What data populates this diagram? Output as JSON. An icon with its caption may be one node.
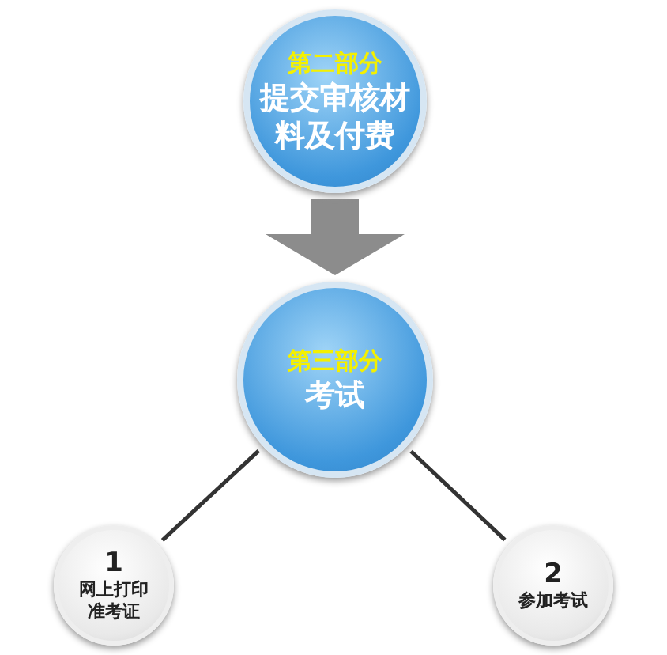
{
  "diagram": {
    "nodes": [
      {
        "text": [
          "第二部分",
          "提交审核材料及付费"
        ]
      },
      {
        "text": [
          "第三部分",
          "考试"
        ]
      },
      {
        "text": [
          "1",
          "网上打印准考证"
        ]
      },
      {
        "text": [
          "2",
          "参加考试"
        ]
      }
    ],
    "edges": [
      {
        "from": 0,
        "to": 1,
        "arrow": "to",
        "style": "thick",
        "color": "#8c8c8c"
      },
      {
        "from": 1,
        "to": 2,
        "arrow": "none"
      },
      {
        "from": 1,
        "to": 3,
        "arrow": "none"
      }
    ]
  }
}
